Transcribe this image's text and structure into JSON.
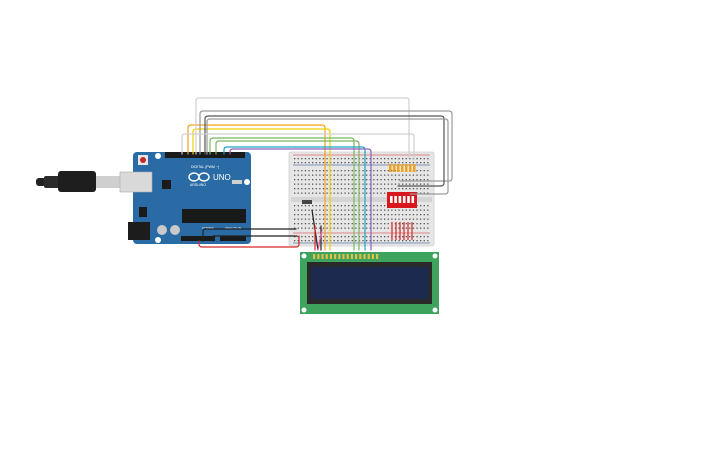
{
  "arduino": {
    "model_label": "UNO",
    "brand_label": "ARDUINO",
    "digital_header_label": "DIGITAL (PWM ~)",
    "power_header_label": "POWER",
    "analog_header_label": "ANALOG IN",
    "board_color": "#2a6ba5"
  },
  "wires": {
    "colors": [
      "#f3a21b",
      "#f0d000",
      "#7bb661",
      "#1ca3c4",
      "#8b5fbf",
      "#9a9a9a",
      "#555555",
      "#d62828",
      "#222222"
    ]
  },
  "lcd": {
    "pcb_color": "#3da35d",
    "screen_color": "#1b2a4e"
  },
  "dip_switch": {
    "color": "#d9161c"
  },
  "breadboard": {
    "color": "#e6e6e6"
  }
}
